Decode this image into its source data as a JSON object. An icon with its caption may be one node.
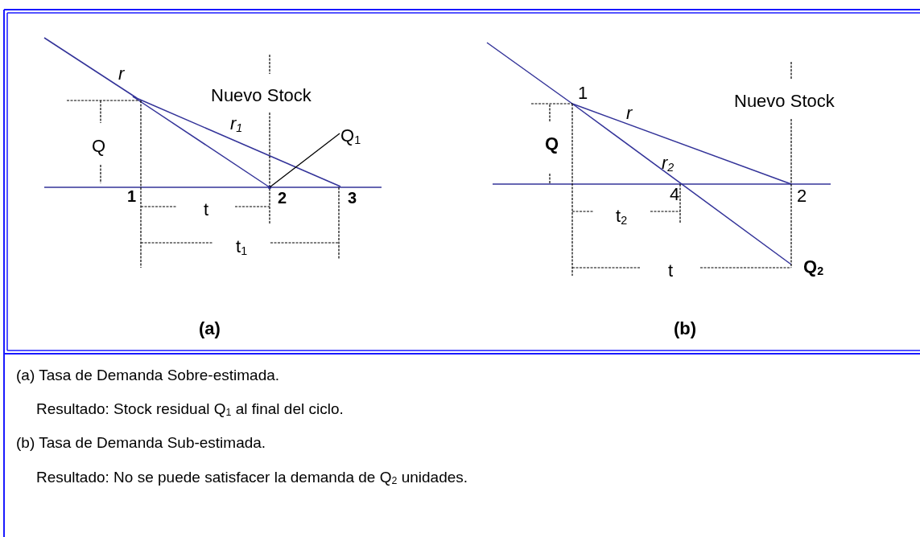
{
  "diagram": {
    "nodes": [
      {
        "text": [
          "Q$_{1}$"
        ]
      },
      {
        "text": [],
        "shape": "circle"
      }
    ],
    "edges": [
      {
        "from": 0,
        "to": 1,
        "arrow": "none"
      }
    ],
    "labels": [
      "r",
      "Nuevo Stock",
      "r$_{1}$",
      "Q",
      "1",
      "2",
      "3",
      "t",
      "t$_{1}$",
      "(a)",
      "1",
      "Nuevo Stock",
      "r",
      "Q",
      "r$_{2}$",
      "4",
      "2",
      "t$_{2}$",
      "t",
      "Q$_{2}$",
      "(b)",
      "(a) Tasa de Demanda Sobre-estimada.",
      "Resultado: Stock residual Q$_{1}$ al final del ciclo.",
      "(b) Tasa de Demanda Sub-estimada.",
      "Resultado: No se puede satisfacer la demanda de Q$_{2}$ unidades."
    ]
  }
}
